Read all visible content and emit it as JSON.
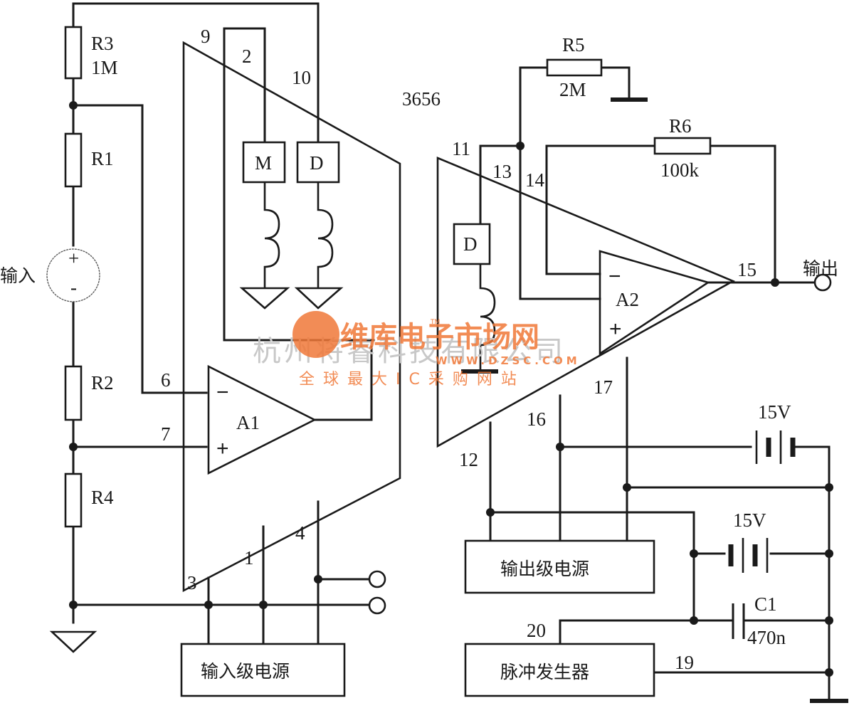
{
  "diagram": {
    "chip_label": "3656",
    "components": {
      "R3": {
        "name": "R3",
        "value": "1M"
      },
      "R1": {
        "name": "R1"
      },
      "R2": {
        "name": "R2"
      },
      "R4": {
        "name": "R4"
      },
      "R5": {
        "name": "R5",
        "value": "2M"
      },
      "R6": {
        "name": "R6",
        "value": "100k"
      },
      "C1": {
        "name": "C1",
        "value": "470n"
      },
      "A1": {
        "name": "A1"
      },
      "A2": {
        "name": "A2"
      },
      "battery_top": {
        "value": "15V"
      },
      "battery_bottom": {
        "value": "15V"
      }
    },
    "blocks": {
      "modulator": "M",
      "demod_1": "D",
      "demod_2": "D",
      "input_power": "输入级电源",
      "output_power": "输出级电源",
      "pulse_generator": "脉冲发生器"
    },
    "io": {
      "input_label": "输入",
      "output_label": "输出",
      "source_plus": "+",
      "source_minus": "-"
    },
    "pins": {
      "p1": "1",
      "p2": "2",
      "p3": "3",
      "p4": "4",
      "p6": "6",
      "p7": "7",
      "p9": "9",
      "p10": "10",
      "p11": "11",
      "p12": "12",
      "p13": "13",
      "p14": "14",
      "p15": "15",
      "p16": "16",
      "p17": "17",
      "p19": "19",
      "p20": "20"
    },
    "opamp_signs": {
      "minus": "−",
      "plus": "+"
    },
    "watermark": {
      "company": "杭州将睿科技有限公司",
      "brand": "维库电子市场网",
      "url": "WWW.DZSC.COM",
      "slogan": "全球最大IC采购网站",
      "tm": "TM",
      "brand_color": "#f07838"
    }
  }
}
